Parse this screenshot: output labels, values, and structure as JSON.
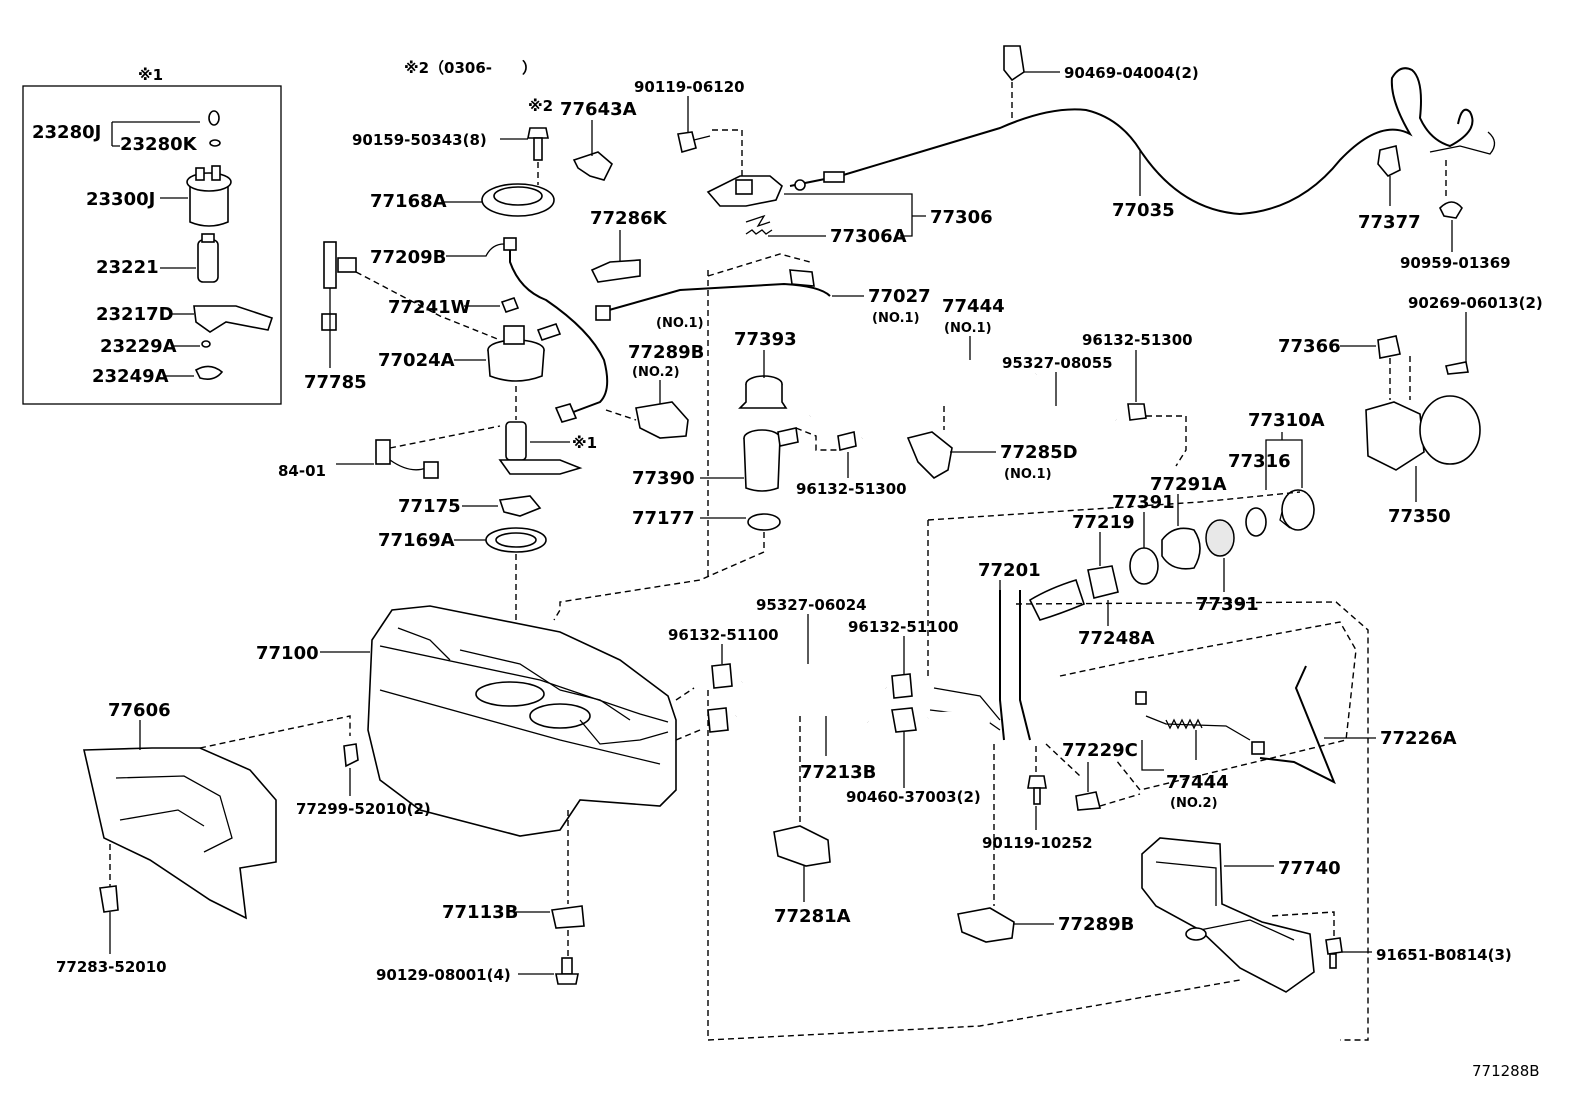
{
  "diagram_code": "771288B",
  "notes": {
    "inset_mark": "※1",
    "note2": "※2（0306-　　）",
    "note2_small": "※2",
    "fuel_pump_mark": "※1"
  },
  "labels": {
    "p23280J": "23280J",
    "p23280K": "23280K",
    "p23300J": "23300J",
    "p23221": "23221",
    "p23217D": "23217D",
    "p23229A": "23229A",
    "p23249A": "23249A",
    "p90159": "90159-50343(8)",
    "p77643A": "77643A",
    "p90119_06120": "90119-06120",
    "p90469": "90469-04004(2)",
    "p77168A": "77168A",
    "p77306": "77306",
    "p77306A": "77306A",
    "p77035": "77035",
    "p77377": "77377",
    "p90959": "90959-01369",
    "p77209B": "77209B",
    "p77286K": "77286K",
    "p77027": "77027",
    "p77027_no": "(NO.1)",
    "p77444a": "77444",
    "p77444a_no": "(NO.1)",
    "p90269": "90269-06013(2)",
    "p77241W": "77241W",
    "p77785": "77785",
    "p77024A": "77024A",
    "p77289B_top": "77289B",
    "p77289B_top_no": "(NO.2)",
    "p_no1_small": "(NO.1)",
    "p77393": "77393",
    "p95327_08055": "95327-08055",
    "p96132_51300a": "96132-51300",
    "p77366": "77366",
    "p77310A": "77310A",
    "p84_01": "84-01",
    "p77390": "77390",
    "p77285D": "77285D",
    "p77285D_no": "(NO.1)",
    "p96132_51300b": "96132-51300",
    "p77316": "77316",
    "p77350": "77350",
    "p77175": "77175",
    "p77177": "77177",
    "p77291A": "77291A",
    "p77391a": "77391",
    "p77169A": "77169A",
    "p77219": "77219",
    "p77201": "77201",
    "p77391b": "77391",
    "p77248A": "77248A",
    "p95327_06024": "95327-06024",
    "p96132_51100a": "96132-51100",
    "p96132_51100b": "96132-51100",
    "p77100": "77100",
    "p77606": "77606",
    "p77226A": "77226A",
    "p77213B": "77213B",
    "p77229C": "77229C",
    "p77444b": "77444",
    "p77444b_no": "(NO.2)",
    "p90460": "90460-37003(2)",
    "p77299": "77299-52010(2)",
    "p90119_10252": "90119-10252",
    "p77740": "77740",
    "p77113B": "77113B",
    "p77281A": "77281A",
    "p77289B_bot": "77289B",
    "p91651": "91651-B0814(3)",
    "p77283": "77283-52010",
    "p90129": "90129-08001(4)"
  }
}
